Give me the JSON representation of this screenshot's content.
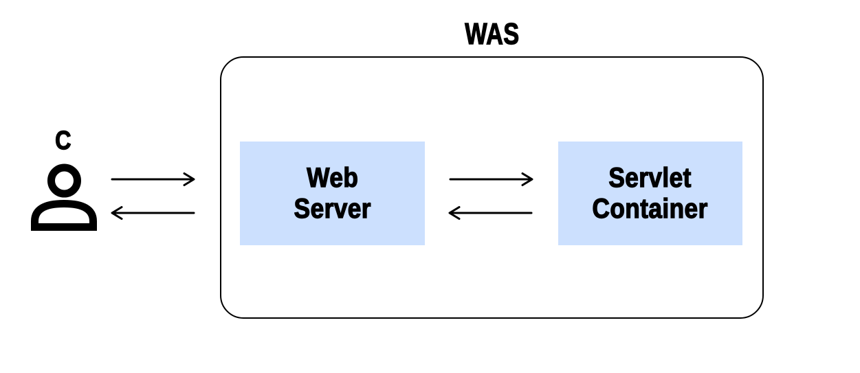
{
  "diagram": {
    "title": "WAS",
    "client": {
      "label": "C",
      "icon": "person-icon"
    },
    "nodes": [
      {
        "id": "web-server",
        "lines": [
          "Web",
          "Server"
        ]
      },
      {
        "id": "servlet-container",
        "lines": [
          "Servlet",
          "Container"
        ]
      }
    ],
    "arrows": [
      {
        "from": "client",
        "to": "web-server",
        "direction": "right"
      },
      {
        "from": "web-server",
        "to": "client",
        "direction": "left"
      },
      {
        "from": "web-server",
        "to": "servlet-container",
        "direction": "right"
      },
      {
        "from": "servlet-container",
        "to": "web-server",
        "direction": "left"
      }
    ],
    "colors": {
      "node_fill": "#cce0fe",
      "line": "#000000",
      "text": "#000000",
      "background": "#ffffff"
    }
  }
}
